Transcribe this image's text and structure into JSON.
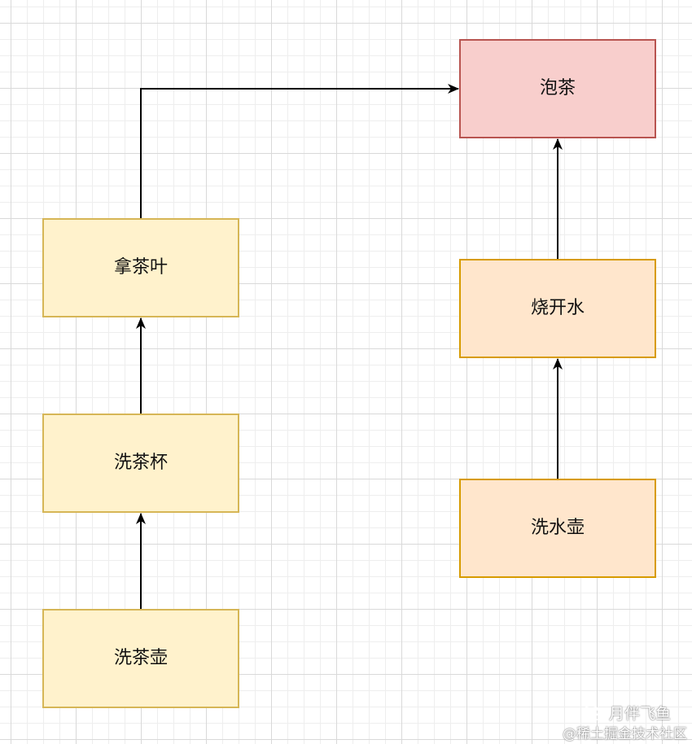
{
  "colors": {
    "yellow_fill": "#fff2cc",
    "yellow_border": "#d6b656",
    "orange_fill": "#ffe6cc",
    "orange_border": "#d79b00",
    "red_fill": "#f8cecc",
    "red_border": "#b85450",
    "arrow": "#000000"
  },
  "nodes": {
    "pao_cha": "泡茶",
    "na_cha_ye": "拿茶叶",
    "xi_cha_bei": "洗茶杯",
    "xi_cha_hu": "洗茶壶",
    "shao_kai_shui": "烧开水",
    "xi_shui_hu": "洗水壶"
  },
  "edges": [
    {
      "from": "xi_cha_hu",
      "to": "xi_cha_bei"
    },
    {
      "from": "xi_cha_bei",
      "to": "na_cha_ye"
    },
    {
      "from": "na_cha_ye",
      "to": "pao_cha"
    },
    {
      "from": "xi_shui_hu",
      "to": "shao_kai_shui"
    },
    {
      "from": "shao_kai_shui",
      "to": "pao_cha"
    }
  ],
  "watermark": {
    "brand": "月伴飞鱼",
    "site": "@稀土掘金技术社区",
    "icon": "wechat-icon"
  }
}
